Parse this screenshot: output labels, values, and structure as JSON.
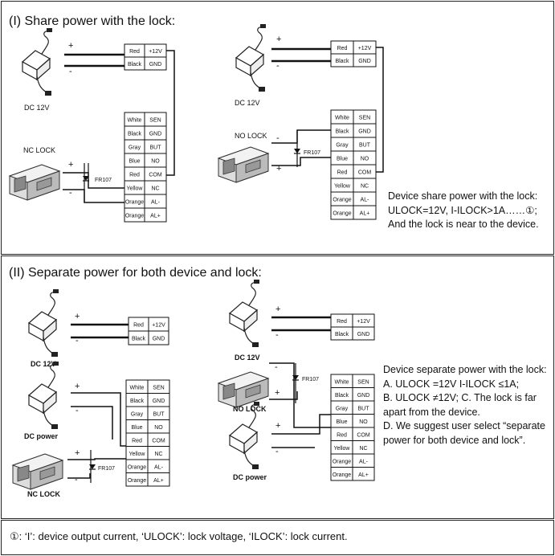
{
  "section1": {
    "heading": "(I) Share power with the lock:",
    "description": "Device share power with the lock:\nULOCK=12V, I-ILOCK>1A……①;\nAnd the lock is near to the device."
  },
  "section2": {
    "heading": "(II) Separate power for both device and lock:",
    "description": "Device separate power with the lock:\nA. ULOCK =12V      I-ILOCK ≤1A;\nB. ULOCK ≠12V;      C. The lock is far apart from the device.\nD. We suggest user select “separate power for both device and lock”."
  },
  "footnote": "①: ‘I’: device output current, ‘ULOCK’: lock voltage, ‘ILOCK’: lock current.",
  "power_terminals": [
    {
      "wire": "Red",
      "pin": "+12V"
    },
    {
      "wire": "Black",
      "pin": "GND"
    }
  ],
  "lock_terminals": [
    {
      "wire": "White",
      "pin": "SEN"
    },
    {
      "wire": "Black",
      "pin": "GND"
    },
    {
      "wire": "Gray",
      "pin": "BUT"
    },
    {
      "wire": "Blue",
      "pin": "NO"
    },
    {
      "wire": "Red",
      "pin": "COM"
    },
    {
      "wire": "Yellow",
      "pin": "NC"
    },
    {
      "wire": "Orange",
      "pin": "AL-"
    },
    {
      "wire": "Orange",
      "pin": "AL+"
    }
  ],
  "labels": {
    "adapter": "DC 12V",
    "dc_power": "DC power",
    "nc_lock_1": "NC LOCK",
    "no_lock_1": "NO LOCK",
    "nc_lock_2": "NC LOCK",
    "no_lock_2": "NO LOCK",
    "diode": "FR107",
    "plus": "+",
    "minus": "-"
  }
}
